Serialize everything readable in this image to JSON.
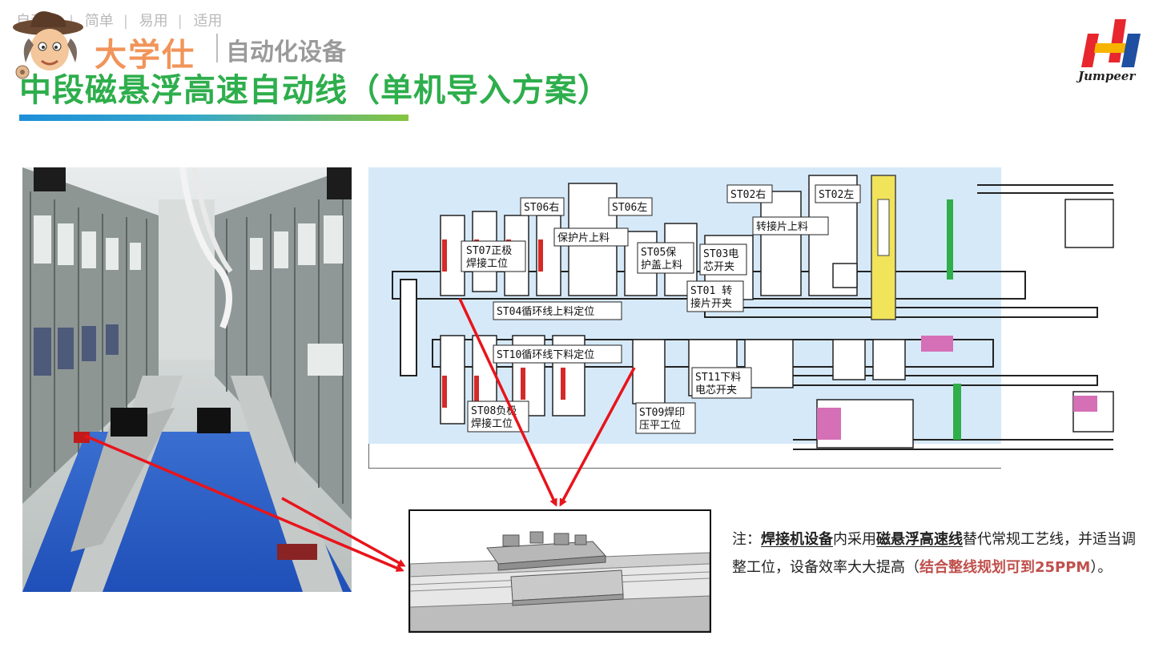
{
  "watermark": {
    "tagline": [
      "自动化",
      "简单",
      "易用",
      "适用"
    ],
    "brand": "大学仕",
    "product": "自动化设备"
  },
  "title": "中段磁悬浮高速自动线（单机导入方案）",
  "logo": {
    "text": "Jumpeer",
    "colors": [
      "#e8262d",
      "#f6b400",
      "#1f4fa0"
    ]
  },
  "stations": {
    "st06r": "ST06右",
    "st06l": "ST06左",
    "st02r": "ST02右",
    "st02l": "ST02左",
    "st07": [
      "ST07正极",
      "焊接工位"
    ],
    "protect": "保护片上料",
    "st05": [
      "ST05保",
      "护盖上料"
    ],
    "st03": [
      "ST03电",
      "芯开夹"
    ],
    "transfer": "转接片上料",
    "st01": [
      "ST01 转",
      "接片开夹"
    ],
    "st04": "ST04循环线上料定位",
    "st10": "ST10循环线下料定位",
    "st11": [
      "ST11下料",
      "电芯开夹"
    ],
    "st08": [
      "ST08负极",
      "焊接工位"
    ],
    "st09": [
      "ST09焊印",
      "压平工位"
    ]
  },
  "note": {
    "prefix": "注：",
    "bold1": "焊接机设备",
    "mid1": "内采用",
    "bold2": "磁悬浮高速线",
    "mid2": "替代常规工艺线，并适当调整工位，设备效率大大提高（",
    "highlight": "结合整线规划可到25PPM",
    "suffix": "）。"
  },
  "colors": {
    "title": "#2eae4c",
    "highlight": "#c0504d",
    "arrow": "#e8141b"
  }
}
